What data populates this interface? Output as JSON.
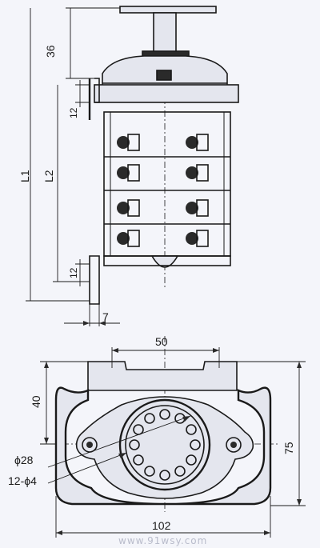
{
  "dimensions": {
    "top_height": "36",
    "gap_top": "12",
    "gap_bottom": "12",
    "L1": "L1",
    "L2": "L2",
    "bracket_thickness": "7",
    "bracket_width": "50",
    "base_height": "40",
    "overall_height": "75",
    "overall_width": "102",
    "circle_diameter": "ϕ28",
    "holes_spec": "12-ϕ4"
  },
  "watermark": "www.91wsy.com",
  "colors": {
    "ink": "#1a1a1a",
    "paper": "#f4f5fa",
    "watermark": "#b9bccb"
  }
}
